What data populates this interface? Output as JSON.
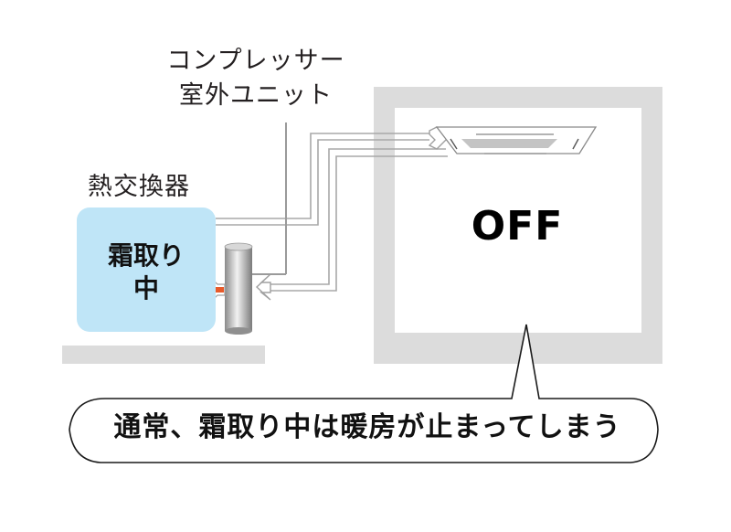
{
  "labels": {
    "compressor_line1": "コンプレッサー",
    "compressor_line2": "室外ユニット",
    "heat_exchanger": "熱交換器",
    "defrost_line1": "霜取り",
    "defrost_line2": "中",
    "indoor_status": "OFF",
    "callout": "通常、霜取り中は暖房が止まってしまう"
  },
  "colors": {
    "heat_exchanger_fill": "#bfe5f7",
    "wall_gray": "#dcdcdc",
    "pipe_outline": "#a0a0a0",
    "heat_arrow": "#e85a2a",
    "text": "#231f20"
  },
  "icons": {
    "compressor": "cylinder-icon",
    "indoor_unit": "ceiling-cassette-ac-icon",
    "flow_arrow": "arrow-icon"
  }
}
